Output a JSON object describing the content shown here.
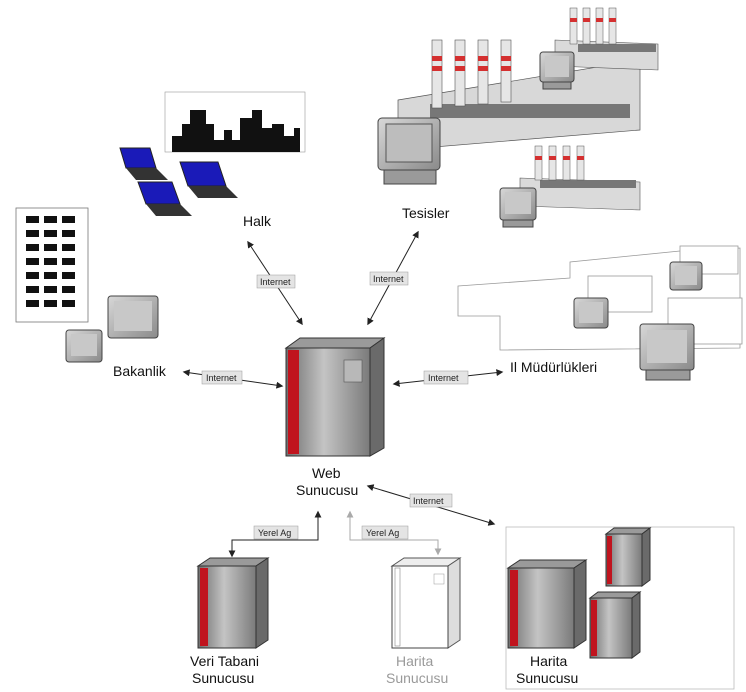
{
  "nodes": {
    "halk": "Halk",
    "tesisler": "Tesisler",
    "bakanlik": "Bakanlik",
    "il_mudurlukleri": "Il Müdürlükleri",
    "web_sunucusu": [
      "Web",
      "Sunucusu"
    ],
    "veri_tabani": [
      "Veri Tabani",
      "Sunucusu"
    ],
    "harita_sunucusu_gray": [
      "Harita",
      "Sunucusu"
    ],
    "harita_sunucusu": [
      "Harita",
      "Sunucusu"
    ]
  },
  "links": {
    "internet": "Internet",
    "yerel_ag": "Yerel Ag"
  },
  "colors": {
    "server_red": "#c0141e",
    "server_gray": "#8e8e8e",
    "laptop_screen": "#1a1ab8",
    "chimney_red": "#d43030"
  }
}
